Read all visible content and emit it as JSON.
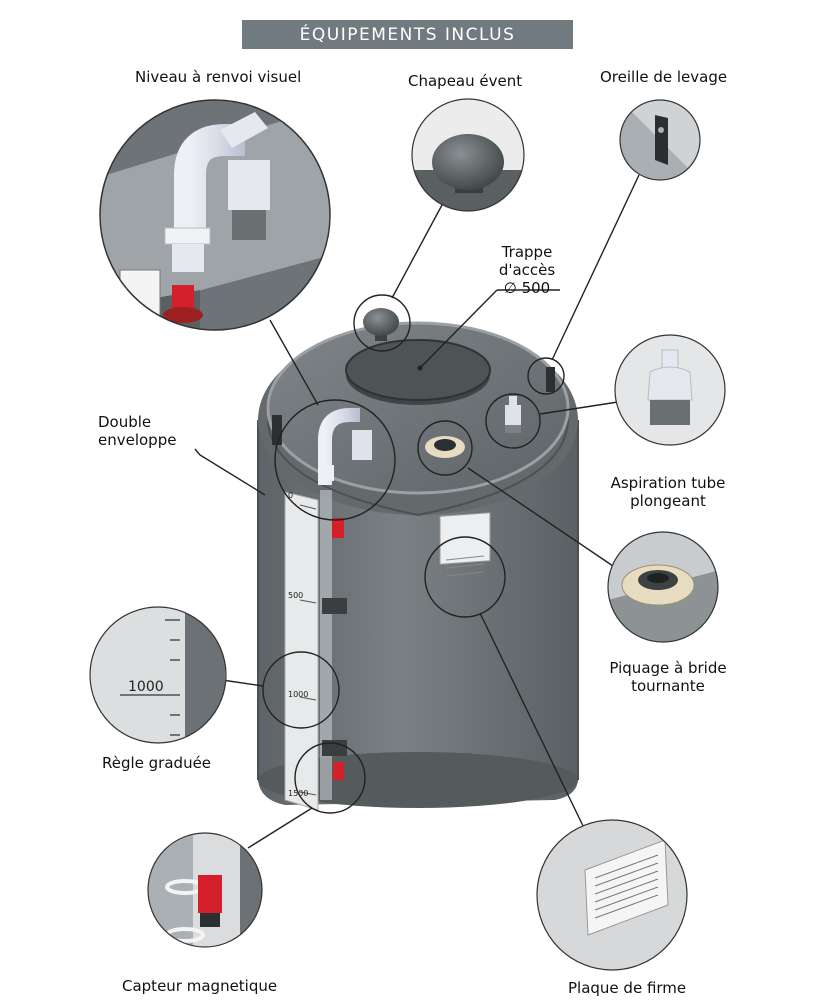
{
  "banner": {
    "title": "ÉQUIPEMENTS INCLUS"
  },
  "labels": {
    "niveau": "Niveau à renvoi visuel",
    "chapeau": "Chapeau évent",
    "oreille": "Oreille de levage",
    "trappe_line1": "Trappe",
    "trappe_line2": "d'accès",
    "trappe_line3": "∅ 500",
    "double_line1": "Double",
    "double_line2": "enveloppe",
    "aspiration_line1": "Aspiration tube",
    "aspiration_line2": "plongeant",
    "piquage_line1": "Piquage à bride",
    "piquage_line2": "tournante",
    "regle": "Règle graduée",
    "capteur": "Capteur magnetique",
    "plaque": "Plaque de firme"
  },
  "ruler": {
    "ticks": [
      "0",
      "500",
      "1000",
      "1500"
    ],
    "zoom_value": "1000"
  },
  "colors": {
    "banner": "#707a7f",
    "tank": "#6e7477",
    "tank_dark": "#585d60",
    "pipe": "#d8dce8",
    "red": "#d4202a"
  }
}
